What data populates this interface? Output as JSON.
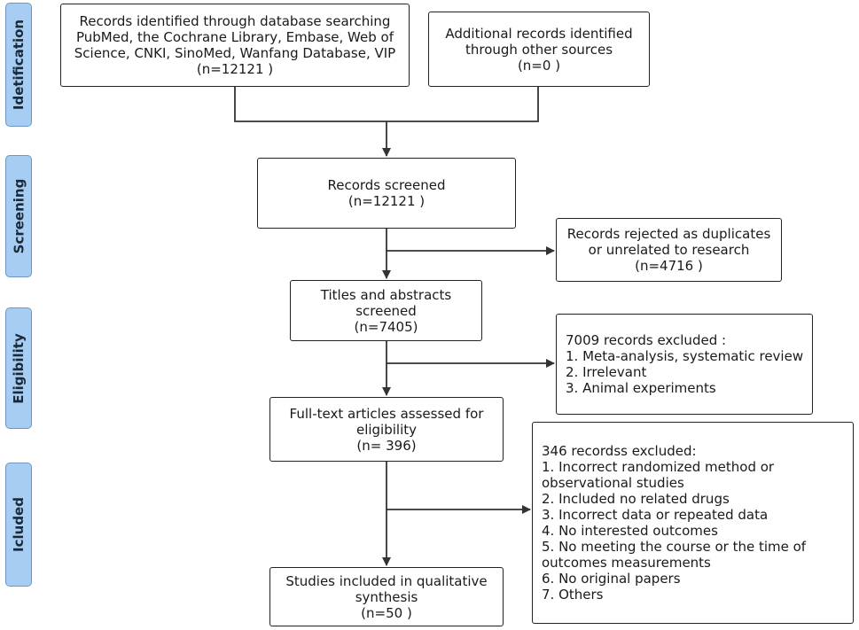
{
  "stages": {
    "identification": "Idetification",
    "screening": "Screening",
    "eligibility": "Eligibility",
    "included": "Icluded"
  },
  "boxes": {
    "database": {
      "lines": [
        "Records identified through database searching",
        "PubMed, the Cochrane Library, Embase, Web of",
        "Science, CNKI, SinoMed, Wanfang Database, VIP",
        "(n=12121 )"
      ]
    },
    "additional": {
      "lines": [
        "Additional records identified",
        "through other sources",
        "(n=0 )"
      ]
    },
    "screened": {
      "lines": [
        "Records screened",
        "(n=12121 )"
      ]
    },
    "duplicates": {
      "lines": [
        "Records rejected as duplicates",
        "or unrelated to research",
        "(n=4716 )"
      ]
    },
    "titles": {
      "lines": [
        "Titles and abstracts",
        "screened",
        "(n=7405)"
      ]
    },
    "excluded_7009": {
      "lines": [
        "7009 records excluded :",
        "1. Meta-analysis, systematic review",
        "2. Irrelevant",
        "3. Animal experiments"
      ]
    },
    "fulltext": {
      "lines": [
        "Full-text articles assessed for",
        "eligibility",
        "(n= 396)"
      ]
    },
    "excluded_346": {
      "lines": [
        "346 recordss excluded:",
        "1. Incorrect randomized method or",
        "observational studies",
        "2. Included no related drugs",
        "3. Incorrect data or repeated data",
        "4. No interested outcomes",
        "5. No meeting the course or the time of",
        "outcomes measurements",
        "6. No original papers",
        "7. Others"
      ]
    },
    "included": {
      "lines": [
        "Studies included in qualitative",
        "synthesis",
        "(n=50 )"
      ]
    }
  }
}
